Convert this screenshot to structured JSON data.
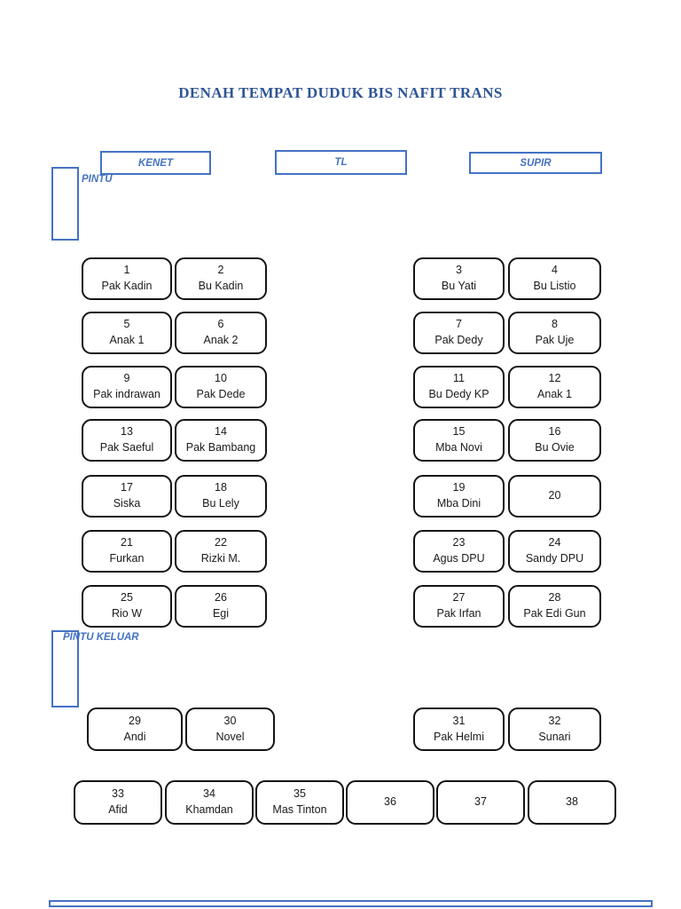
{
  "title": "DENAH TEMPAT DUDUK BIS NAFIT TRANS",
  "colors": {
    "accent_blue": "#4472C4",
    "title_blue": "#2E5596",
    "seat_border": "#141414"
  },
  "crew": {
    "kenet": "KENET",
    "tl": "TL",
    "supir": "SUPIR"
  },
  "doors": {
    "front_label": "PINTU",
    "exit_label": "PINTU KELUAR"
  },
  "seat_rows": [
    {
      "left": [
        {
          "num": "1",
          "name": "Pak Kadin"
        },
        {
          "num": "2",
          "name": "Bu Kadin"
        }
      ],
      "right": [
        {
          "num": "3",
          "name": "Bu Yati"
        },
        {
          "num": "4",
          "name": "Bu Listio"
        }
      ]
    },
    {
      "left": [
        {
          "num": "5",
          "name": "Anak 1"
        },
        {
          "num": "6",
          "name": "Anak 2"
        }
      ],
      "right": [
        {
          "num": "7",
          "name": "Pak Dedy"
        },
        {
          "num": "8",
          "name": "Pak Uje"
        }
      ]
    },
    {
      "left": [
        {
          "num": "9",
          "name": "Pak indrawan"
        },
        {
          "num": "10",
          "name": "Pak Dede"
        }
      ],
      "right": [
        {
          "num": "11",
          "name": "Bu Dedy KP"
        },
        {
          "num": "12",
          "name": "Anak 1"
        }
      ]
    },
    {
      "left": [
        {
          "num": "13",
          "name": "Pak Saeful"
        },
        {
          "num": "14",
          "name": "Pak Bambang"
        }
      ],
      "right": [
        {
          "num": "15",
          "name": "Mba Novi"
        },
        {
          "num": "16",
          "name": "Bu Ovie"
        }
      ]
    },
    {
      "left": [
        {
          "num": "17",
          "name": "Siska"
        },
        {
          "num": "18",
          "name": "Bu Lely"
        }
      ],
      "right": [
        {
          "num": "19",
          "name": "Mba Dini"
        },
        {
          "num": "20",
          "name": ""
        }
      ]
    },
    {
      "left": [
        {
          "num": "21",
          "name": "Furkan"
        },
        {
          "num": "22",
          "name": "Rizki M."
        }
      ],
      "right": [
        {
          "num": "23",
          "name": "Agus DPU"
        },
        {
          "num": "24",
          "name": "Sandy DPU"
        }
      ]
    },
    {
      "left": [
        {
          "num": "25",
          "name": "Rio W"
        },
        {
          "num": "26",
          "name": "Egi"
        }
      ],
      "right": [
        {
          "num": "27",
          "name": "Pak Irfan"
        },
        {
          "num": "28",
          "name": "Pak Edi Gun"
        }
      ]
    }
  ],
  "mid_row": [
    {
      "num": "29",
      "name": "Andi"
    },
    {
      "num": "30",
      "name": "Novel"
    },
    {
      "num": "31",
      "name": "Pak Helmi"
    },
    {
      "num": "32",
      "name": "Sunari"
    }
  ],
  "back_row": [
    {
      "num": "33",
      "name": "Afid"
    },
    {
      "num": "34",
      "name": "Khamdan"
    },
    {
      "num": "35",
      "name": "Mas Tinton"
    },
    {
      "num": "36",
      "name": ""
    },
    {
      "num": "37",
      "name": ""
    },
    {
      "num": "38",
      "name": ""
    }
  ]
}
